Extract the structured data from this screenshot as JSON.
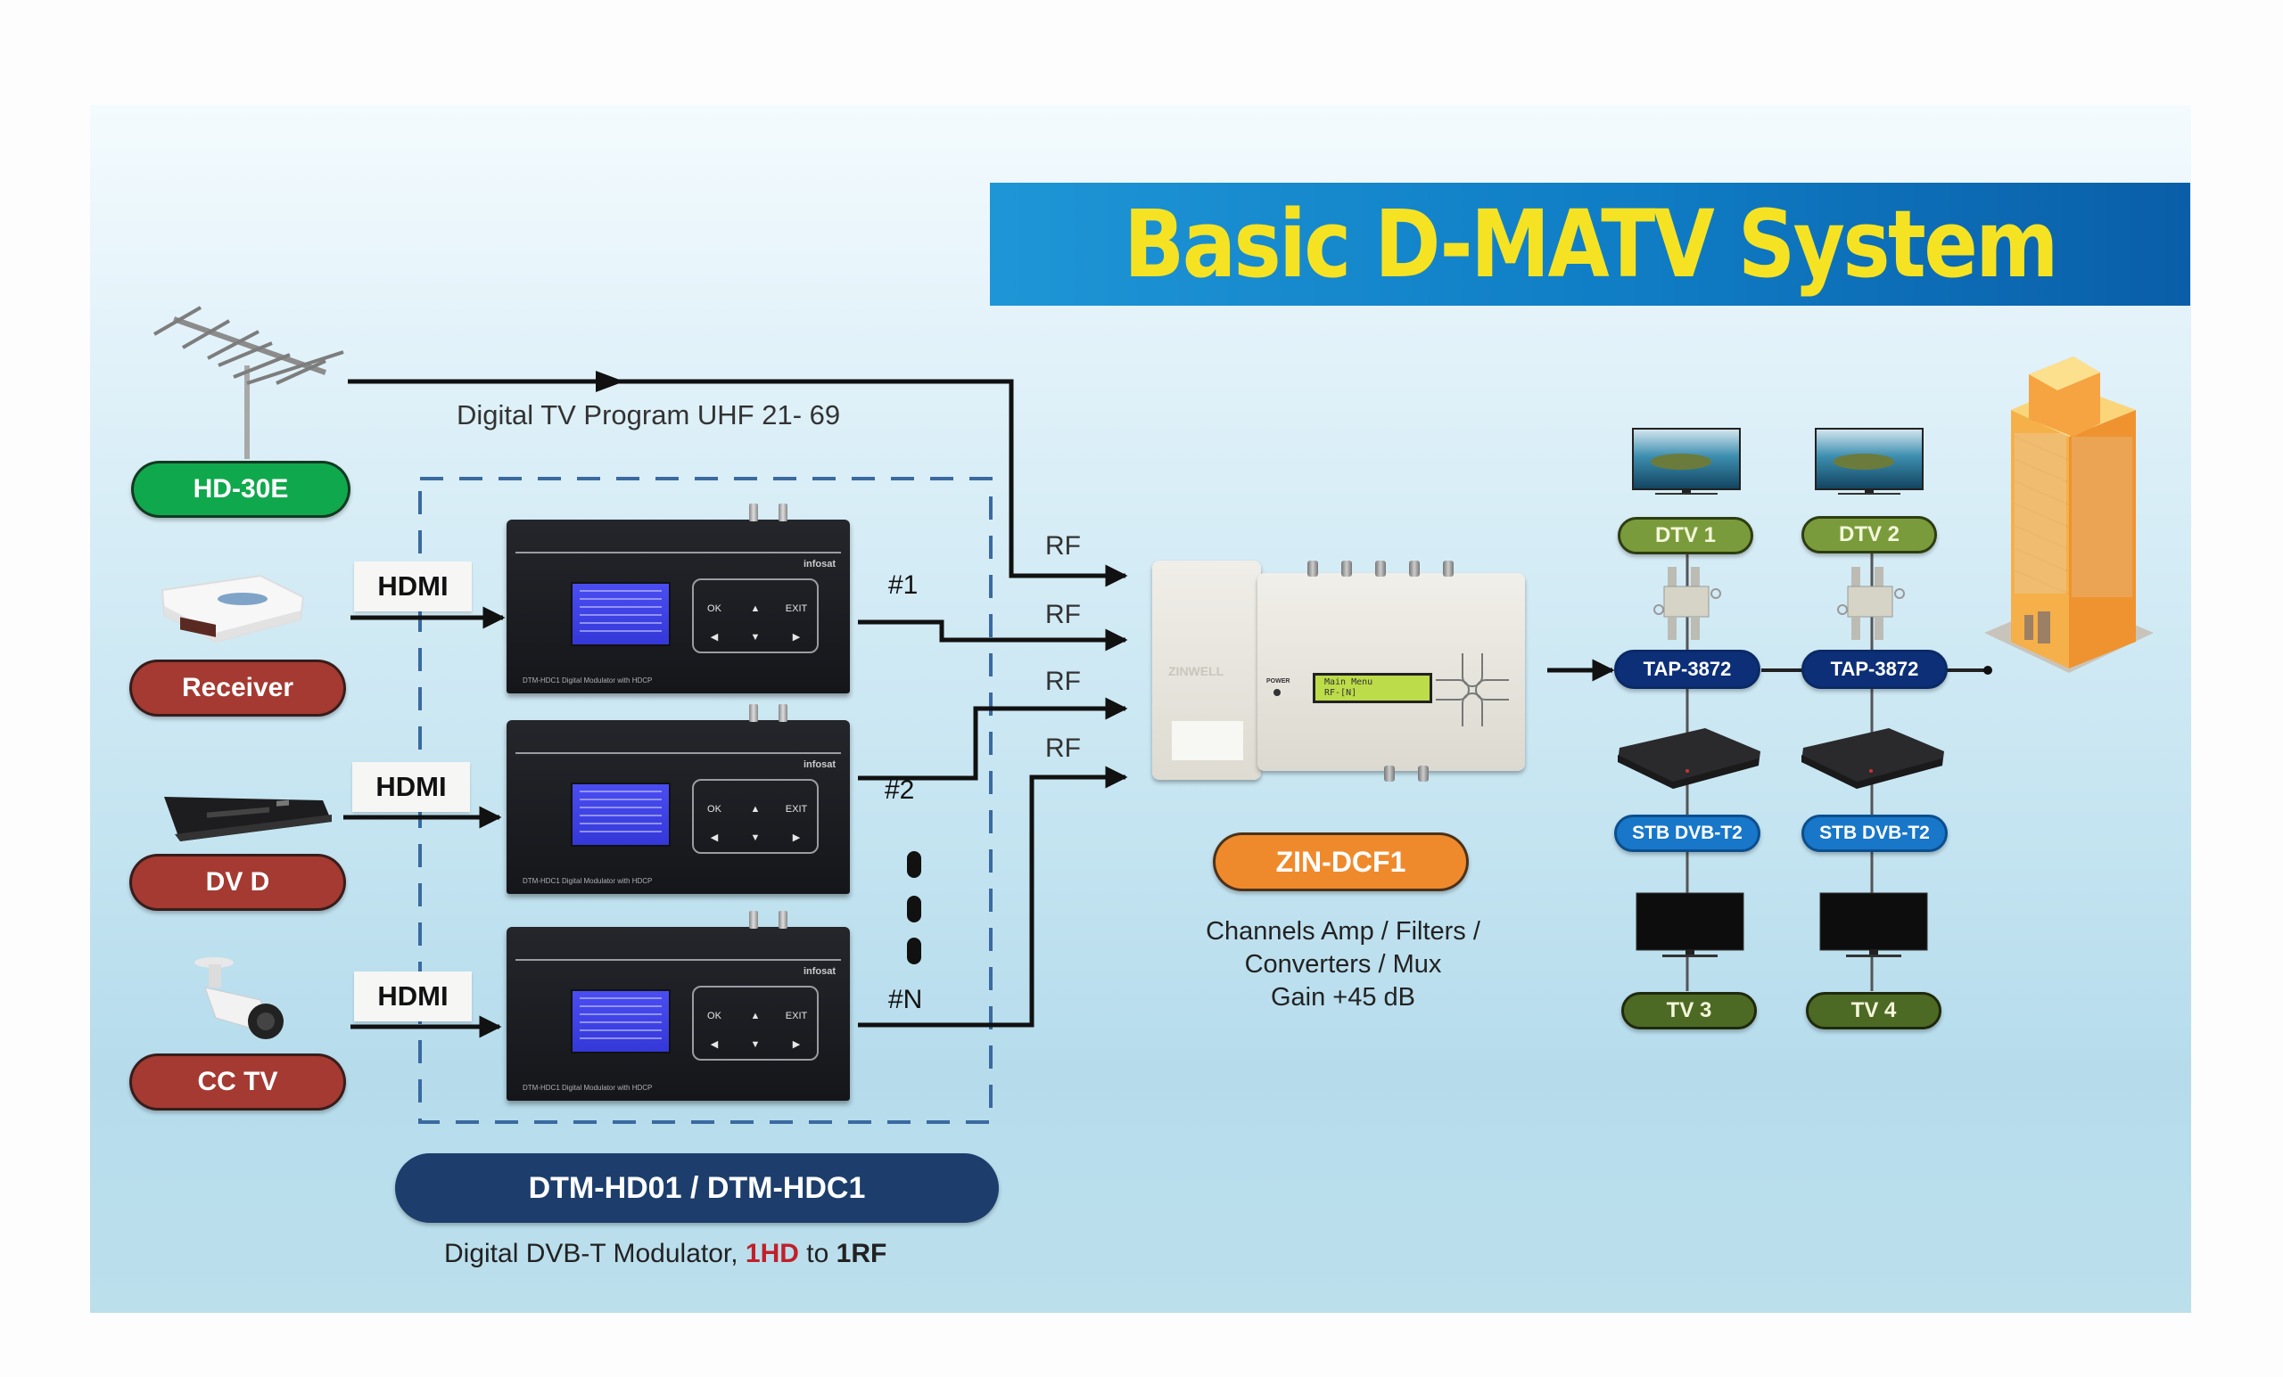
{
  "title": "Basic D-MATV System",
  "antenna": {
    "model_label": "HD-30E",
    "signal_caption": "Digital TV Program   UHF 21- 69"
  },
  "sources": [
    {
      "name": "Receiver",
      "icon": "satellite-receiver-icon",
      "link_label": "HDMI",
      "channel": "#1"
    },
    {
      "name": "DV D",
      "icon": "dvd-player-icon",
      "link_label": "HDMI",
      "channel": "#2"
    },
    {
      "name": "CC TV",
      "icon": "cctv-camera-icon",
      "link_label": "HDMI",
      "channel": "#N"
    }
  ],
  "modulator": {
    "model_label": "DTM-HD01 / DTM-HDC1",
    "description_prefix": "Digital DVB-T Modulator, ",
    "description_highlight": "1HD",
    "description_mid": " to ",
    "description_suffix": "1RF",
    "highlight_color": "#c0202a",
    "panel_caption": "DTM-HDC1 Digital Modulator with HDCP",
    "brand": "infosat",
    "keypad": [
      "OK",
      "▲",
      "EXIT",
      "◀",
      "▼",
      "▶"
    ],
    "ellipsis": "⋮"
  },
  "rf_inputs": [
    "RF",
    "RF",
    "RF",
    "RF"
  ],
  "headend": {
    "model_label": "ZIN-DCF1",
    "description_lines": [
      "Channels Amp / Filters /",
      "Converters / Mux",
      "Gain +45 dB"
    ],
    "lcd_lines": [
      "Main Menu",
      "RF-[N]"
    ],
    "power_label": "POWER",
    "brand": "ZINWELL"
  },
  "distribution": {
    "taps": [
      "TAP-3872",
      "TAP-3872"
    ],
    "outlets": [
      {
        "display_label": "DTV 1",
        "stb_label": "STB DVB-T2",
        "tv_label": "TV 3"
      },
      {
        "display_label": "DTV 2",
        "stb_label": "STB DVB-T2",
        "tv_label": "TV 4"
      }
    ]
  },
  "building_icon": "building-icon",
  "colors": {
    "title_text": "#f5e323",
    "title_band": "#0f7cc4",
    "antenna_pill": "#10a84c",
    "source_pill": "#a43a32",
    "headend_pill": "#ef8a2c",
    "modulator_pill": "#1d3e6c",
    "tap_pill": "#0d2f78",
    "dtv_pill": "#7a9b3c",
    "stb_pill": "#1877c8",
    "tv_pill": "#4d6a25"
  }
}
